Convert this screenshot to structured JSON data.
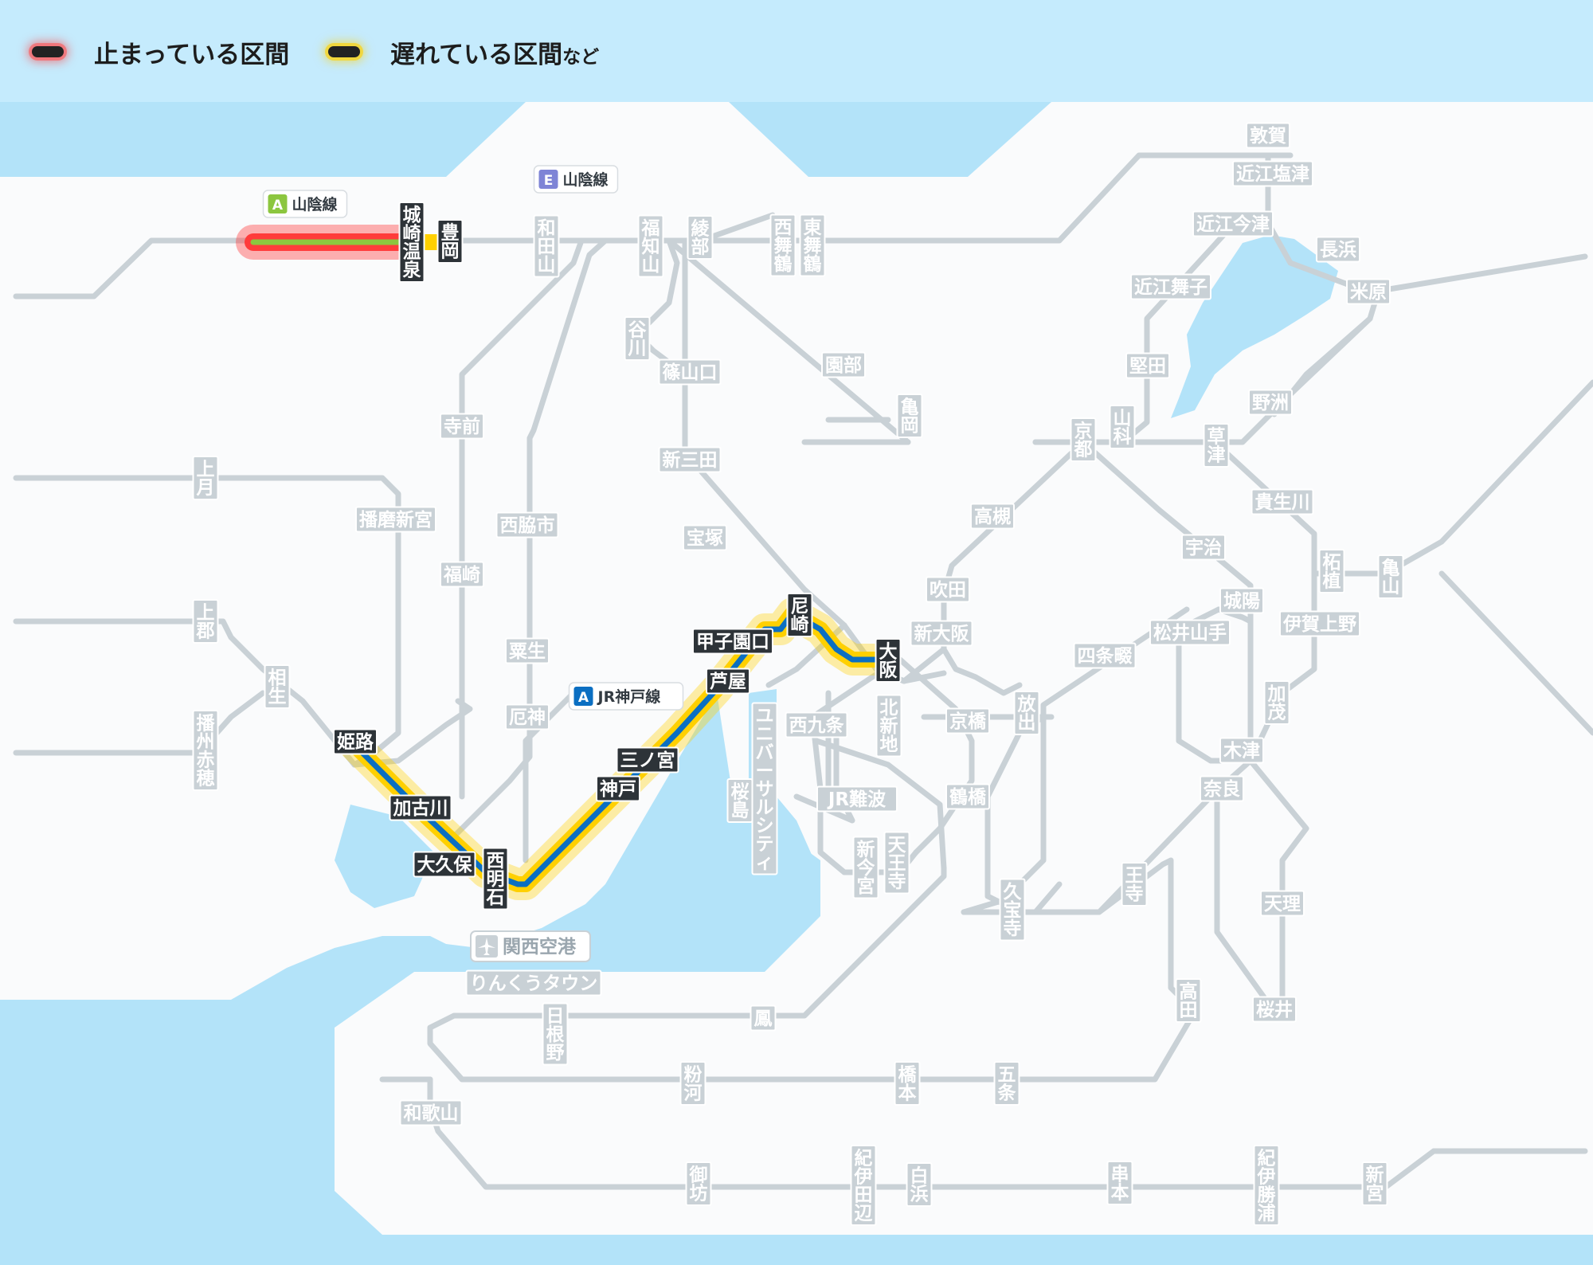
{
  "legend": {
    "stopped_label": "止まっている区間",
    "delayed_label": "遅れている区間",
    "delayed_suffix": "など",
    "stopped_color": "#ff3b3b",
    "delayed_color": "#ffd000"
  },
  "colors": {
    "sea": "#b3e3f9",
    "land": "#fafbfc",
    "line": "#c9d1d6",
    "station_bg": "#c9d1d6",
    "kobe_line": "#0b6fc2",
    "sanin_line": "#8cc63f",
    "affected_station_bg": "#2d3338"
  },
  "line_tags": [
    {
      "badge": "A",
      "name": "山陰線",
      "badge_color": "#8cc63f"
    },
    {
      "badge": "E",
      "name": "山陰線",
      "badge_color": "#7e84d6"
    },
    {
      "badge": "A",
      "name": "JR神戸線",
      "badge_color": "#0b6fc2"
    }
  ],
  "airport": {
    "icon": "airplane-icon",
    "name": "関西空港"
  },
  "stations": [
    {
      "name": "豊岡",
      "affected": true
    },
    {
      "name": "城崎温泉",
      "affected": true
    },
    {
      "name": "和田山"
    },
    {
      "name": "福知山"
    },
    {
      "name": "綾部"
    },
    {
      "name": "西舞鶴"
    },
    {
      "name": "東舞鶴"
    },
    {
      "name": "敦賀"
    },
    {
      "name": "近江塩津"
    },
    {
      "name": "近江今津"
    },
    {
      "name": "長浜"
    },
    {
      "name": "米原"
    },
    {
      "name": "近江舞子"
    },
    {
      "name": "堅田"
    },
    {
      "name": "山科"
    },
    {
      "name": "京都"
    },
    {
      "name": "草津"
    },
    {
      "name": "野洲"
    },
    {
      "name": "園部"
    },
    {
      "name": "亀岡"
    },
    {
      "name": "谷川"
    },
    {
      "name": "篠山口"
    },
    {
      "name": "新三田"
    },
    {
      "name": "宝塚"
    },
    {
      "name": "寺前"
    },
    {
      "name": "上月"
    },
    {
      "name": "播磨新宮"
    },
    {
      "name": "西脇市"
    },
    {
      "name": "福崎"
    },
    {
      "name": "粟生"
    },
    {
      "name": "厄神"
    },
    {
      "name": "上郡"
    },
    {
      "name": "相生"
    },
    {
      "name": "播州赤穂"
    },
    {
      "name": "姫路",
      "affected": true
    },
    {
      "name": "加古川",
      "affected": true
    },
    {
      "name": "大久保",
      "affected": true
    },
    {
      "name": "西明石",
      "affected": true
    },
    {
      "name": "神戸",
      "affected": true
    },
    {
      "name": "三ノ宮",
      "affected": true
    },
    {
      "name": "芦屋",
      "affected": true
    },
    {
      "name": "甲子園口",
      "affected": true
    },
    {
      "name": "尼崎",
      "affected": true
    },
    {
      "name": "大阪",
      "affected": true
    },
    {
      "name": "高槻"
    },
    {
      "name": "吹田"
    },
    {
      "name": "新大阪"
    },
    {
      "name": "北新地"
    },
    {
      "name": "西九条"
    },
    {
      "name": "ユニバーサルシティ"
    },
    {
      "name": "桜島"
    },
    {
      "name": "京橋"
    },
    {
      "name": "鶴橋"
    },
    {
      "name": "放出"
    },
    {
      "name": "JR難波"
    },
    {
      "name": "新今宮"
    },
    {
      "name": "天王寺"
    },
    {
      "name": "久宝寺"
    },
    {
      "name": "四条畷"
    },
    {
      "name": "松井山手"
    },
    {
      "name": "宇治"
    },
    {
      "name": "城陽"
    },
    {
      "name": "木津"
    },
    {
      "name": "奈良"
    },
    {
      "name": "王寺"
    },
    {
      "name": "天理"
    },
    {
      "name": "桜井"
    },
    {
      "name": "高田"
    },
    {
      "name": "五条"
    },
    {
      "name": "橋本"
    },
    {
      "name": "貴生川"
    },
    {
      "name": "柘植"
    },
    {
      "name": "亀山"
    },
    {
      "name": "伊賀上野"
    },
    {
      "name": "加茂"
    },
    {
      "name": "りんくうタウン"
    },
    {
      "name": "日根野"
    },
    {
      "name": "鳳"
    },
    {
      "name": "和歌山"
    },
    {
      "name": "粉河"
    },
    {
      "name": "御坊"
    },
    {
      "name": "紀伊田辺"
    },
    {
      "name": "白浜"
    },
    {
      "name": "串本"
    },
    {
      "name": "紀伊勝浦"
    },
    {
      "name": "新宮"
    }
  ]
}
